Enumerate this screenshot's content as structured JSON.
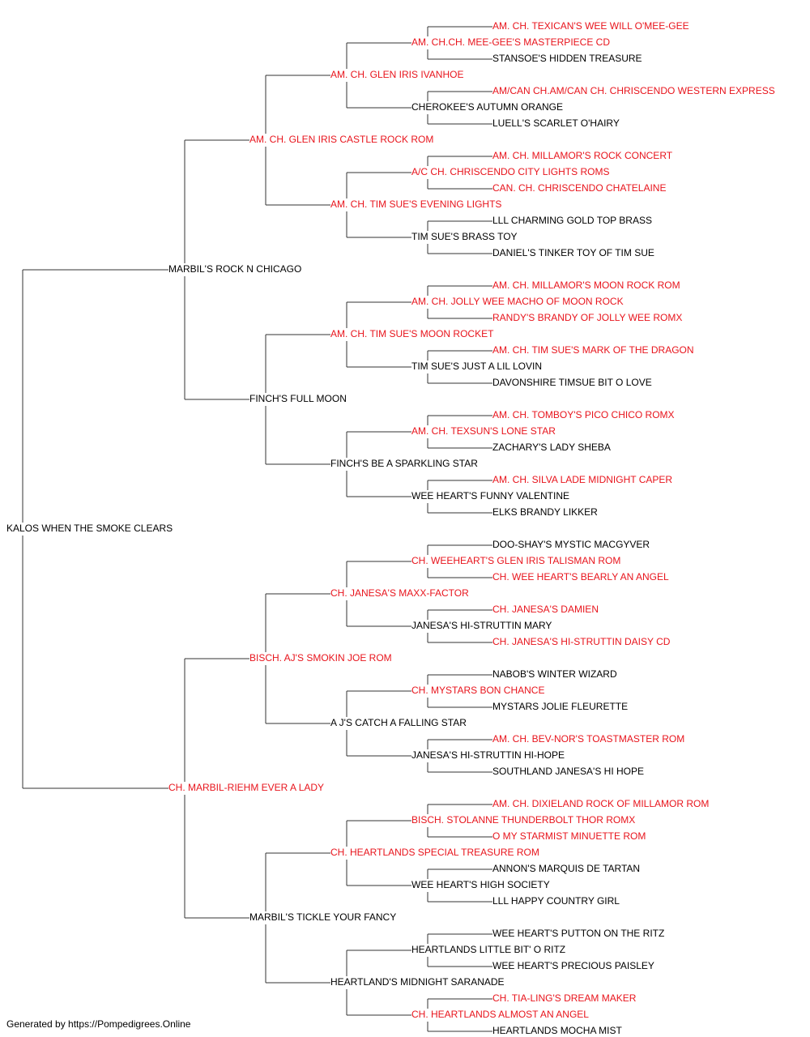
{
  "colors": {
    "champion": "#e8141c",
    "normal": "#000000",
    "line": "#333333"
  },
  "footer": "Generated by https://Pompedigrees.Online",
  "pedigree": [
    {
      "name": "KALOS WHEN THE SMOKE CLEARS",
      "ch": false
    },
    {
      "name": "MARBIL'S ROCK N CHICAGO",
      "ch": false
    },
    {
      "name": "CH. MARBIL-RIEHM EVER A LADY",
      "ch": true
    },
    {
      "name": "AM. CH. GLEN IRIS CASTLE ROCK ROM",
      "ch": true
    },
    {
      "name": "FINCH'S FULL MOON",
      "ch": false
    },
    {
      "name": "BISCH. AJ'S SMOKIN JOE ROM",
      "ch": true
    },
    {
      "name": "MARBIL'S TICKLE YOUR FANCY",
      "ch": false
    },
    {
      "name": "AM. CH. GLEN IRIS IVANHOE",
      "ch": true
    },
    {
      "name": "AM. CH. TIM SUE'S EVENING LIGHTS",
      "ch": true
    },
    {
      "name": "AM. CH. TIM SUE'S MOON ROCKET",
      "ch": true
    },
    {
      "name": "FINCH'S BE A SPARKLING STAR",
      "ch": false
    },
    {
      "name": "CH. JANESA'S MAXX-FACTOR",
      "ch": true
    },
    {
      "name": "A J'S CATCH A FALLING STAR",
      "ch": false
    },
    {
      "name": "CH. HEARTLANDS SPECIAL TREASURE ROM",
      "ch": true
    },
    {
      "name": "HEARTLAND'S MIDNIGHT SARANADE",
      "ch": false
    },
    {
      "name": "AM. CH.CH. MEE-GEE'S MASTERPIECE CD",
      "ch": true
    },
    {
      "name": "CHEROKEE'S AUTUMN ORANGE",
      "ch": false
    },
    {
      "name": "A/C CH. CHRISCENDO CITY LIGHTS ROMS",
      "ch": true
    },
    {
      "name": "TIM SUE'S BRASS TOY",
      "ch": false
    },
    {
      "name": "AM. CH. JOLLY WEE MACHO OF MOON ROCK",
      "ch": true
    },
    {
      "name": "TIM SUE'S JUST A LIL LOVIN",
      "ch": false
    },
    {
      "name": "AM. CH. TEXSUN'S LONE STAR",
      "ch": true
    },
    {
      "name": "WEE HEART'S FUNNY VALENTINE",
      "ch": false
    },
    {
      "name": "CH. WEEHEART'S GLEN IRIS TALISMAN ROM",
      "ch": true
    },
    {
      "name": "JANESA'S HI-STRUTTIN MARY",
      "ch": false
    },
    {
      "name": "CH. MYSTARS BON CHANCE",
      "ch": true
    },
    {
      "name": "JANESA'S HI-STRUTTIN HI-HOPE",
      "ch": false
    },
    {
      "name": "BISCH. STOLANNE THUNDERBOLT THOR ROMX",
      "ch": true
    },
    {
      "name": "WEE HEART'S HIGH SOCIETY",
      "ch": false
    },
    {
      "name": "HEARTLANDS LITTLE BIT' O RITZ",
      "ch": false
    },
    {
      "name": "CH. HEARTLANDS ALMOST AN ANGEL",
      "ch": true
    },
    {
      "name": "AM. CH. TEXICAN'S WEE WILL O'MEE-GEE",
      "ch": true
    },
    {
      "name": "STANSOE'S HIDDEN TREASURE",
      "ch": false
    },
    {
      "name": "AM/CAN CH.AM/CAN CH. CHRISCENDO WESTERN EXPRESS",
      "ch": true
    },
    {
      "name": "LUELL'S SCARLET O'HAIRY",
      "ch": false
    },
    {
      "name": "AM. CH. MILLAMOR'S ROCK CONCERT",
      "ch": true
    },
    {
      "name": "CAN. CH. CHRISCENDO CHATELAINE",
      "ch": true
    },
    {
      "name": "LLL CHARMING GOLD TOP BRASS",
      "ch": false
    },
    {
      "name": "DANIEL'S TINKER TOY OF TIM SUE",
      "ch": false
    },
    {
      "name": "AM. CH. MILLAMOR'S MOON ROCK ROM",
      "ch": true
    },
    {
      "name": "RANDY'S BRANDY OF JOLLY WEE ROMX",
      "ch": true
    },
    {
      "name": "AM. CH. TIM SUE'S MARK OF THE DRAGON",
      "ch": true
    },
    {
      "name": "DAVONSHIRE TIMSUE BIT O LOVE",
      "ch": false
    },
    {
      "name": "AM. CH. TOMBOY'S PICO CHICO ROMX",
      "ch": true
    },
    {
      "name": "ZACHARY'S LADY SHEBA",
      "ch": false
    },
    {
      "name": "AM. CH. SILVA LADE MIDNIGHT CAPER",
      "ch": true
    },
    {
      "name": "ELKS BRANDY LIKKER",
      "ch": false
    },
    {
      "name": "DOO-SHAY'S MYSTIC MACGYVER",
      "ch": false
    },
    {
      "name": "CH. WEE HEART'S BEARLY AN ANGEL",
      "ch": true
    },
    {
      "name": "CH. JANESA'S DAMIEN",
      "ch": true
    },
    {
      "name": "CH. JANESA'S HI-STRUTTIN DAISY CD",
      "ch": true
    },
    {
      "name": "NABOB'S WINTER WIZARD",
      "ch": false
    },
    {
      "name": "MYSTARS JOLIE FLEURETTE",
      "ch": false
    },
    {
      "name": "AM. CH. BEV-NOR'S TOASTMASTER ROM",
      "ch": true
    },
    {
      "name": "SOUTHLAND JANESA'S HI HOPE",
      "ch": false
    },
    {
      "name": "AM. CH. DIXIELAND ROCK OF MILLAMOR ROM",
      "ch": true
    },
    {
      "name": "O MY STARMIST MINUETTE ROM",
      "ch": true
    },
    {
      "name": "ANNON'S MARQUIS DE TARTAN",
      "ch": false
    },
    {
      "name": "LLL HAPPY COUNTRY GIRL",
      "ch": false
    },
    {
      "name": "WEE HEART'S PUTTON ON THE RITZ",
      "ch": false
    },
    {
      "name": "WEE HEART'S PRECIOUS PAISLEY",
      "ch": false
    },
    {
      "name": "CH. TIA-LING'S DREAM MAKER",
      "ch": true
    },
    {
      "name": "HEARTLANDS MOCHA MIST",
      "ch": false
    }
  ]
}
